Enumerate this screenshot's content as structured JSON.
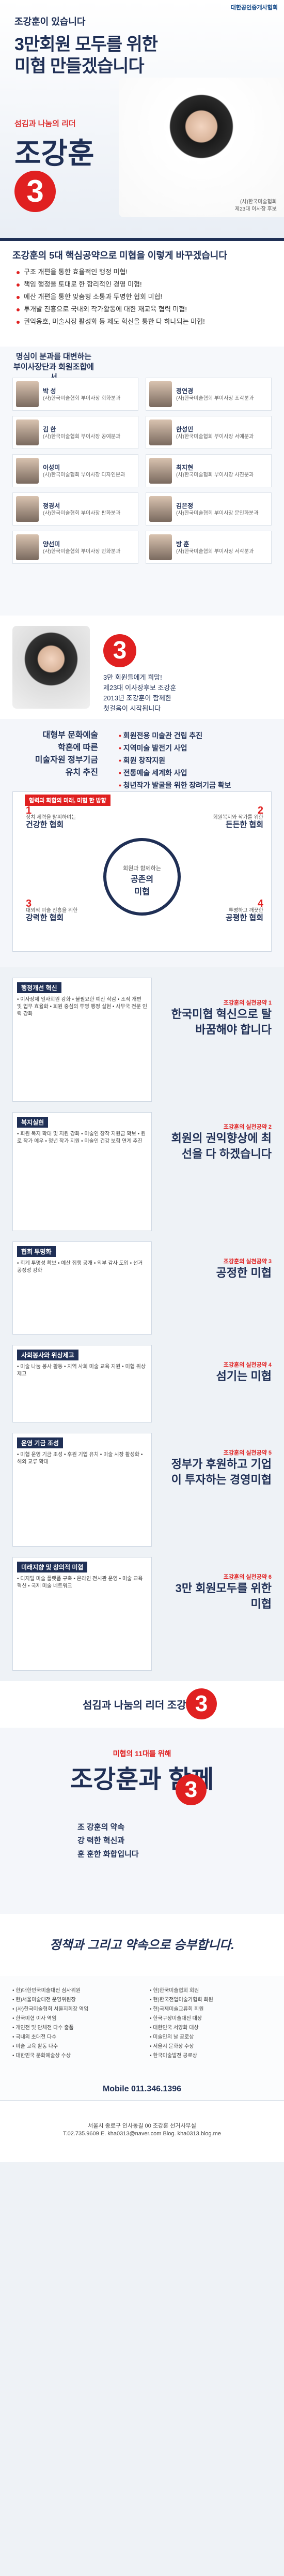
{
  "hero": {
    "logo": "대한공인중개사협회",
    "sub": "조강훈이 있습니다",
    "title_line1": "3만회원 모두를 위한",
    "title_line2": "미협 만들겠습니다",
    "slogan": "섬김과 나눔의 리더",
    "name": "조강훈",
    "number": "3",
    "note_line1": "(사)한국미술협회",
    "note_line2": "제23대 이사장 후보"
  },
  "pledges": {
    "title": "조강훈의 5대 핵심공약으로 미협을 이렇게 바꾸겠습니다",
    "items": [
      "구조 개편을 통한 효율적인 행정 미협!",
      "책임 행정을 토대로 한 합리적인 경영 미협!",
      "예산 개편을 통한 맞춤형 소통과 투명한 협회 미협!",
      "투개발 진흥으로 국내외 작가활동에 대한 재교육 협력 미협!",
      "권익옹호, 미술시장 활성화 등 제도 혁신을 통한 다 하나되는 미협!"
    ]
  },
  "endorse": {
    "head_line1": "명심이 분과를 대변하는",
    "head_line2": "부이사장단과 회원조합에서",
    "head_line3": "부이사장단",
    "cards": [
      {
        "name": "박 성",
        "desc": "(사)한국미술협회 부이사장 회화분과"
      },
      {
        "name": "정연경",
        "desc": "(사)한국미술협회 부이사장 조각분과"
      },
      {
        "name": "김 한",
        "desc": "(사)한국미술협회 부이사장 공예분과"
      },
      {
        "name": "한성민",
        "desc": "(사)한국미술협회 부이사장 서예분과"
      },
      {
        "name": "이성미",
        "desc": "(사)한국미술협회 부이사장 디자인분과"
      },
      {
        "name": "최지현",
        "desc": "(사)한국미술협회 부이사장 사진분과"
      },
      {
        "name": "정경서",
        "desc": "(사)한국미술협회 부이사장 판화분과"
      },
      {
        "name": "김은정",
        "desc": "(사)한국미술협회 부이사장 문인화분과"
      },
      {
        "name": "양선미",
        "desc": "(사)한국미술협회 부이사장 민화분과"
      },
      {
        "name": "방 훈",
        "desc": "(사)한국미술협회 부이사장 서각분과"
      }
    ]
  },
  "intro": {
    "number": "3",
    "text_line1": "3만 회원들에게 희망!",
    "text_line2": "제23대 이사장후보 조강훈",
    "text_line3": "2013년 조강훈이 함께한",
    "text_line4": "첫걸음이 시작됩니다"
  },
  "vision": {
    "left_line1": "대형부 문화예술",
    "left_line2": "학혼에 따른",
    "left_line3": "미술자원 정부기금",
    "left_line4": "유치 추진",
    "right": [
      "회원전용 미술관 건립 추진",
      "지역미술 발전기 사업",
      "회원 창작지원",
      "전통예술 세계화 사업",
      "청년작가 발굴을 위한 장려기금 확보"
    ],
    "frame_head": "협력과 화합의 미래, 미협 한 방향",
    "circle_top": "회원과 함께하는",
    "circle_mid": "공존의",
    "circle_bot": "미협",
    "goals": [
      {
        "num": "1",
        "title": "건강한 협회",
        "desc": "정치 세력을 탈피하며는"
      },
      {
        "num": "2",
        "title": "든든한 협회",
        "desc": "회원복지와 작가를 위한"
      },
      {
        "num": "3",
        "title": "강력한 협회",
        "desc": "대외적 미술 진흥을 위한"
      },
      {
        "num": "4",
        "title": "공평한 협회",
        "desc": "투명하고 깨끗한"
      }
    ]
  },
  "policy": {
    "blocks": [
      {
        "head": "행정개선 혁신",
        "body": "• 이사장제 일사회원 강화 • 불필요한 예산 삭감 • 조직 개편 및 업무 효율화 • 회원 중심의 투명 행정 실현 • 사무국 전문 인력 강화",
        "tag_small": "조강훈의 실천공약 1",
        "tag_big": "한국미협 혁신으로 탈바꿈해야 합니다"
      },
      {
        "head": "복지실현",
        "body": "• 회원 복지 확대 및 지원 강화 • 미술인 창작 지원금 확보 • 원로 작가 예우 • 청년 작가 지원 • 미술인 건강 보험 연계 추진",
        "tag_small": "조강훈의 실천공약 2",
        "tag_big": "회원의 권익향상에 최선을 다 하겠습니다"
      },
      {
        "head": "협회 투명화",
        "body": "• 회계 투명성 확보 • 예산 집행 공개 • 외부 감사 도입 • 선거 공정성 강화",
        "tag_small": "조강훈의 실천공약 3",
        "tag_big": "공정한 미협"
      },
      {
        "head": "사회봉사와 위상제고",
        "body": "• 미술 나눔 봉사 활동 • 지역 사회 미술 교육 지원 • 미협 위상 제고",
        "tag_small": "조강훈의 실천공약 4",
        "tag_big": "섬기는 미협"
      },
      {
        "head": "운영 기금 조성",
        "body": "• 미협 운영 기금 조성 • 후원 기업 유치 • 미술 시장 활성화 • 해외 교류 확대",
        "tag_small": "조강훈의 실천공약 5",
        "tag_big": "정부가 후원하고 기업이 투자하는 경영미협"
      },
      {
        "head": "미래지향 및 창의적 미협",
        "body": "• 디지털 미술 플랫폼 구축 • 온라인 전시관 운영 • 미술 교육 혁신 • 국제 미술 네트워크",
        "tag_small": "조강훈의 실천공약 6",
        "tag_big": "3만 회원모두를 위한 미협"
      }
    ]
  },
  "bottom_banner": {
    "text": "섬김과 나눔의 리더 조강훈",
    "number": "3"
  },
  "together": {
    "line1": "미협의 11대를 위해",
    "line2": "조강훈과 함께",
    "number": "3",
    "poem_line1": "조 강훈의 약속",
    "poem_line2": "강 력한 혁신과",
    "poem_line3": "훈 훈한 화합입니다"
  },
  "promise": {
    "text": "정책과 그리고 약속으로 승부합니다."
  },
  "career": {
    "left": [
      "• 현)대한민국미술대전 심사위원",
      "• 현)서울미술대전 운영위원장",
      "• (사)한국미술협회 서울지회장 역임",
      "• 한국미협 이사 역임",
      "• 개인전 및 단체전 다수 출품",
      "• 국내외 초대전 다수",
      "• 미술 교육 활동 다수",
      "• 대한민국 문화예술상 수상"
    ],
    "right": [
      "• 현)한국미술협회 회원",
      "• 현)한국전업미술가협회 회원",
      "• 현)국제미술교류회 회원",
      "• 한국구상미술대전 대상",
      "• 대한민국 서양화 대상",
      "• 미술인의 날 공로상",
      "• 서울시 문화상 수상",
      "• 한국미술발전 공로상"
    ],
    "mobile": "Mobile 011.346.1396"
  },
  "footer": {
    "line1": "서울시 종로구 인사동길 00 조강훈 선거사무실",
    "line2": "T.02.735.9609 E. kha0313@naver.com Blog. kha0313.blog.me"
  },
  "colors": {
    "brand": "#1f2f55",
    "accent": "#e02020"
  }
}
